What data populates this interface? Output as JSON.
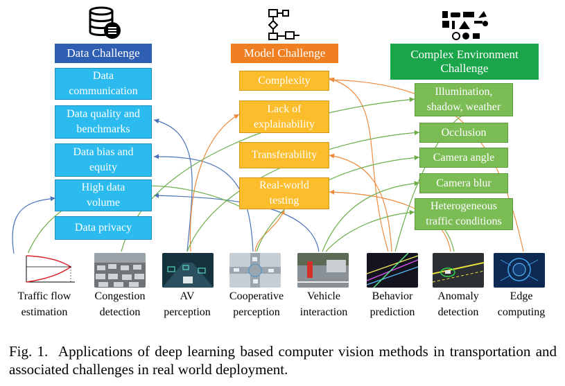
{
  "headers": {
    "data": "Data Challenge",
    "model": "Model Challenge",
    "env_line1": "Complex Environment",
    "env_line2": "Challenge"
  },
  "data_challenges": [
    {
      "line1": "Data",
      "line2": "communication"
    },
    {
      "line1": "Data quality and",
      "line2": "benchmarks"
    },
    {
      "line1": "Data bias and",
      "line2": "equity"
    },
    {
      "line1": "High data",
      "line2": "volume"
    },
    {
      "line1": "Data privacy",
      "line2": ""
    }
  ],
  "model_challenges": [
    {
      "line1": "Complexity",
      "line2": ""
    },
    {
      "line1": "Lack of",
      "line2": "explainability"
    },
    {
      "line1": "Transferability",
      "line2": ""
    },
    {
      "line1": "Real-world",
      "line2": "testing"
    }
  ],
  "env_challenges": [
    {
      "line1": "Illumination,",
      "line2": "shadow, weather"
    },
    {
      "line1": "Occlusion",
      "line2": ""
    },
    {
      "line1": "Camera angle",
      "line2": ""
    },
    {
      "line1": "Camera blur",
      "line2": ""
    },
    {
      "line1": "Heterogeneous",
      "line2": "traffic conditions"
    }
  ],
  "applications": [
    {
      "line1": "Traffic flow",
      "line2": "estimation"
    },
    {
      "line1": "Congestion",
      "line2": "detection"
    },
    {
      "line1": "AV",
      "line2": "perception"
    },
    {
      "line1": "Cooperative",
      "line2": "perception"
    },
    {
      "line1": "Vehicle",
      "line2": "interaction"
    },
    {
      "line1": "Behavior",
      "line2": "prediction"
    },
    {
      "line1": "Anomaly",
      "line2": "detection"
    },
    {
      "line1": "Edge",
      "line2": "computing"
    }
  ],
  "colors": {
    "data_header": "#2f5fb3",
    "data_box": "#2cbbef",
    "model_header": "#f07f21",
    "model_box": "#fbbd2c",
    "env_header": "#1aa54b",
    "env_box": "#7cbc55",
    "edge_blue": "#4a72b8",
    "edge_orange": "#ef8a3c",
    "edge_green": "#6aad48"
  },
  "caption": {
    "prefix": "Fig. 1.",
    "text": "Applications of deep learning based computer vision methods in transportation and associated challenges in real world deployment."
  }
}
